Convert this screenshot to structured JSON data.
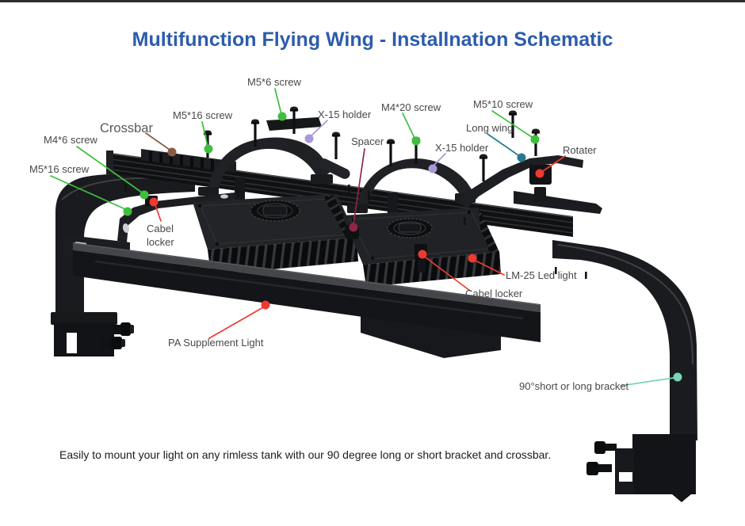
{
  "page": {
    "title": "Multifunction Flying Wing - Installnation Schematic",
    "caption": "Easily to mount your light on any rimless tank with our 90 degree long or short bracket and crossbar."
  },
  "colors": {
    "title_blue": "#2d5cab",
    "label_text": "#48484a",
    "leader_green": "#3fbe3f",
    "leader_brown": "#8a5b46",
    "leader_lavender": "#ab97d9",
    "leader_maroon": "#8e2747",
    "leader_teal": "#26798d",
    "leader_red": "#ee3a30",
    "leader_mint": "#7cd4b6",
    "product_black": "#141518",
    "background": "#ffffff"
  },
  "labels": {
    "m5x6_screw": "M5*6 screw",
    "m5x16_screw_top": "M5*16 screw",
    "crossbar": "Crossbar",
    "m4x6_screw": "M4*6 screw",
    "m5x16_screw_left": "M5*16 screw",
    "x15_holder_left": "X-15 holder",
    "spacer": "Spacer",
    "m4x20_screw": "M4*20 screw",
    "m5x10_screw": "M5*10 screw",
    "long_wing": "Long wing",
    "x15_holder_right": "X-15 holder",
    "rotater": "Rotater",
    "cabel_locker_left_line1": "Cabel",
    "cabel_locker_left_line2": "locker",
    "lm25_led_light": "LM-25 Led light",
    "cabel_locker_right": "Cabel locker",
    "pa_supplement_light": "PA Supplement Light",
    "bracket_90": "90°short or long bracket"
  }
}
